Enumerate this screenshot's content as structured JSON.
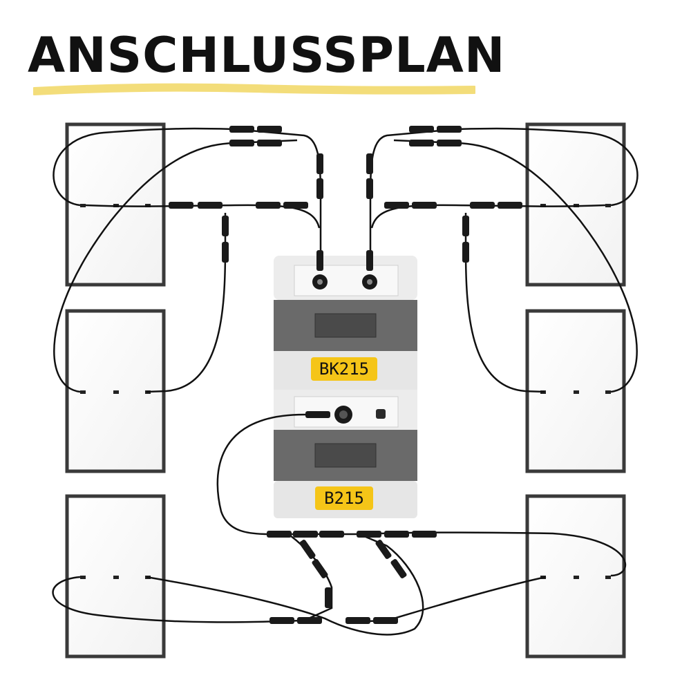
{
  "title": "ANSCHLUSSPLAN",
  "units": {
    "top_label": "BK215",
    "bottom_label": "B215"
  },
  "colors": {
    "accent_yellow": "#f5c518",
    "underline_yellow": "#f3dd7a",
    "panel_frame": "#3a3a3a",
    "unit_dark": "#6a6a6a",
    "unit_light": "#e6e6e6",
    "cable": "#111111"
  },
  "panels": [
    {
      "id": "top-left"
    },
    {
      "id": "mid-left"
    },
    {
      "id": "bottom-left"
    },
    {
      "id": "top-right"
    },
    {
      "id": "mid-right"
    },
    {
      "id": "bottom-right"
    }
  ]
}
